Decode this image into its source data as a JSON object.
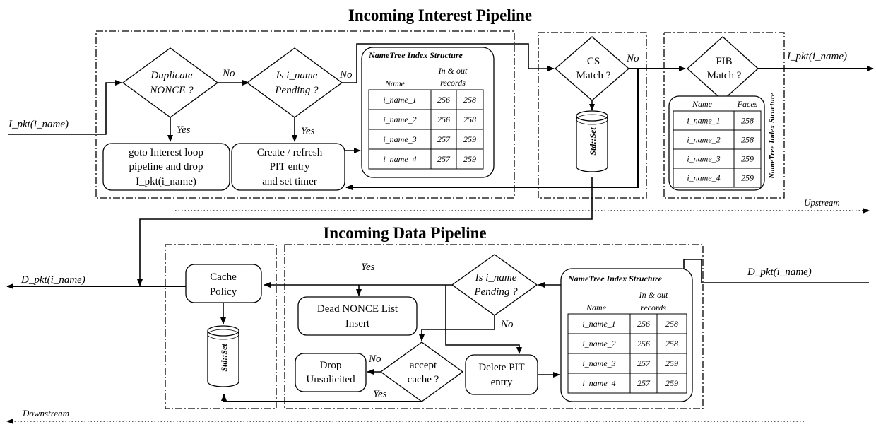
{
  "titles": {
    "interest": "Incoming Interest Pipeline",
    "data": "Incoming Data Pipeline"
  },
  "interest": {
    "input": "I_pkt(i_name)",
    "output": "I_pkt(i_name)",
    "dup_nonce": [
      "Duplicate",
      "NONCE ?"
    ],
    "pending": [
      "Is i_name",
      "Pending ?"
    ],
    "cs_match": [
      "CS",
      "Match ?"
    ],
    "fib_match": [
      "FIB",
      "Match ?"
    ],
    "goto_loop": [
      "goto Interest loop",
      "pipeline and drop",
      "I_pkt(i_name)"
    ],
    "create_pit": [
      "Create / refresh",
      "PIT entry",
      "and set timer"
    ],
    "std_set": "Std::Set",
    "yes": "Yes",
    "no": "No",
    "upstream": "Upstream"
  },
  "data_pipe": {
    "input": "D_pkt(i_name)",
    "output": "D_pkt(i_name)",
    "cache_policy": [
      "Cache",
      "Policy"
    ],
    "dead_nonce": [
      "Dead NONCE List",
      "Insert"
    ],
    "pending": [
      "Is i_name",
      "Pending ?"
    ],
    "accept_cache": [
      "accept",
      "cache ?"
    ],
    "drop_unsolicited": [
      "Drop",
      "Unsolicited"
    ],
    "delete_pit": [
      "Delete PIT",
      "entry"
    ],
    "std_set": "Std::Set",
    "yes": "Yes",
    "no": "No",
    "downstream": "Downstream"
  },
  "nametree_pit_interest": {
    "title": "NameTree Index Structure",
    "col_name": "Name",
    "col_records": [
      "In & out",
      "records"
    ],
    "rows": [
      [
        "i_name_1",
        "256",
        "258"
      ],
      [
        "i_name_2",
        "256",
        "258"
      ],
      [
        "i_name_3",
        "257",
        "259"
      ],
      [
        "i_name_4",
        "257",
        "259"
      ]
    ]
  },
  "nametree_fib": {
    "title": "NameTree Index Structure",
    "col_name": "Name",
    "col_faces": "Faces",
    "rows": [
      [
        "i_name_1",
        "258"
      ],
      [
        "i_name_2",
        "258"
      ],
      [
        "i_name_3",
        "259"
      ],
      [
        "i_name_4",
        "259"
      ]
    ]
  },
  "nametree_pit_data": {
    "title": "NameTree Index Structure",
    "col_name": "Name",
    "col_records": [
      "In & out",
      "records"
    ],
    "rows": [
      [
        "i_name_1",
        "256",
        "258"
      ],
      [
        "i_name_2",
        "256",
        "258"
      ],
      [
        "i_name_3",
        "257",
        "259"
      ],
      [
        "i_name_4",
        "257",
        "259"
      ]
    ]
  }
}
